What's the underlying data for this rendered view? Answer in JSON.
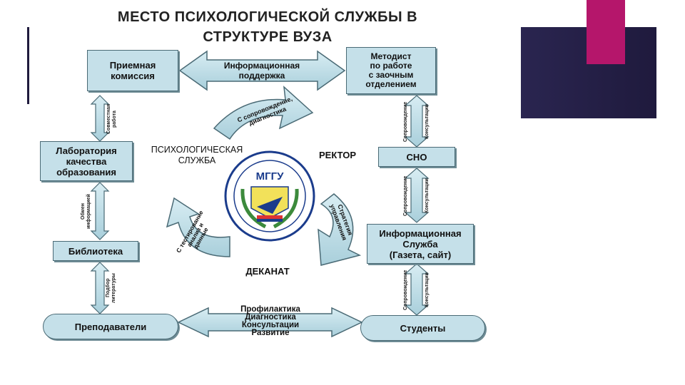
{
  "title": "МЕСТО ПСИХОЛОГИЧЕСКОЙ СЛУЖБЫ В\nСТРУКТУРЕ ВУЗА",
  "boxes": {
    "admissions": "Приемная\nкомиссия",
    "methodist": "Методист\nпо работе\nс заочным\nотделением",
    "lab": "Лаборатория\nкачества\nобразования",
    "sno": "СНО",
    "library": "Библиотека",
    "info_service": "Информационная\nСлужба\n(Газета, сайт)",
    "teachers": "Преподаватели",
    "students": "Студенты"
  },
  "arrows": {
    "info_support": "Информационная\nподдержка",
    "prevention": "Профилактика\nДиагностика\nКонсультации\nРазвитие",
    "escort": "С сопровождение,\nдиагностика",
    "strategy": "Стратегия\nуправления",
    "attestation": "С тестирование\nанализ и\nданные",
    "v_left_top": "Совместная\nработа",
    "v_left_mid": "Обмен\nинформацией",
    "v_left_bot": "Подбор\nлитературы",
    "v_right_1a": "Сопровождение",
    "v_right_1b": "Консультации",
    "v_right_2a": "Сопровождение",
    "v_right_2b": "Консультации",
    "v_right_3a": "Сопровождение",
    "v_right_3b": "Консультации"
  },
  "center": {
    "psych_service": "ПСИХОЛОГИЧЕСКАЯ\nСЛУЖБА",
    "rector": "РЕКТОР",
    "dean": "ДЕКАНАТ",
    "logo_text": "МГГУ"
  },
  "colors": {
    "box_fill": "#c5e0e9",
    "accent_magenta": "#b5166b",
    "accent_dark": "#1f1a3d"
  }
}
